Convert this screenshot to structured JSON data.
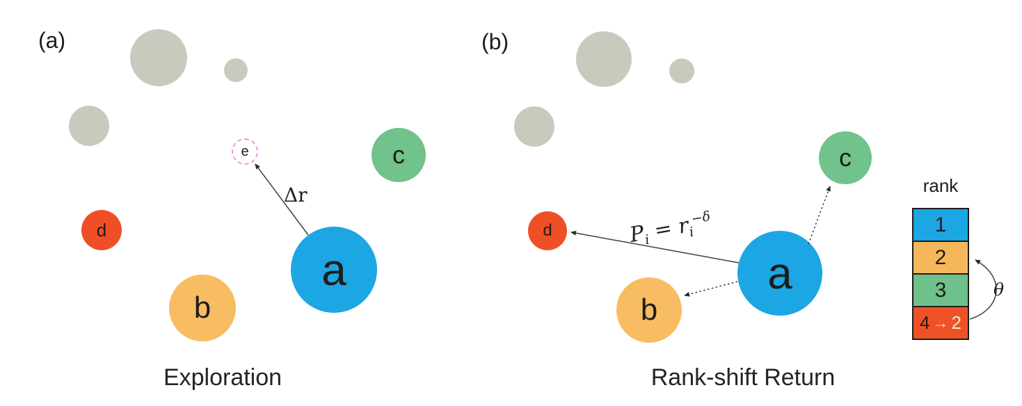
{
  "panel_a": {
    "label": "(a)",
    "caption": "Exploration",
    "arrow_label": "Δr",
    "nodes": {
      "a": "a",
      "b": "b",
      "c": "c",
      "d": "d",
      "e": "e"
    }
  },
  "panel_b": {
    "label": "(b)",
    "caption": "Rank-shift Return",
    "formula": {
      "P": "P",
      "sub1": "i",
      "equals": " = ",
      "r": "r",
      "sub2": "i",
      "sup": "−δ"
    },
    "nodes": {
      "a": "a",
      "b": "b",
      "c": "c",
      "d": "d"
    }
  },
  "rank_legend": {
    "title": "rank",
    "theta": "θ",
    "rows": [
      {
        "label": "1",
        "color": "#1ca6e3"
      },
      {
        "label": "2",
        "color": "#f6b65a"
      },
      {
        "label": "3",
        "color": "#6fc08a"
      },
      {
        "from": "4",
        "arrow": "→",
        "to": "2",
        "color": "#f05228"
      }
    ]
  },
  "colors": {
    "node_blue": "#1ca6e3",
    "node_orange": "#f8bc62",
    "node_green": "#71c28b",
    "node_red": "#ef4f26",
    "node_gray": "#c9cabe",
    "ghost_node_border": "#e698d8",
    "text": "#1d1d1b",
    "background": "#ffffff"
  }
}
